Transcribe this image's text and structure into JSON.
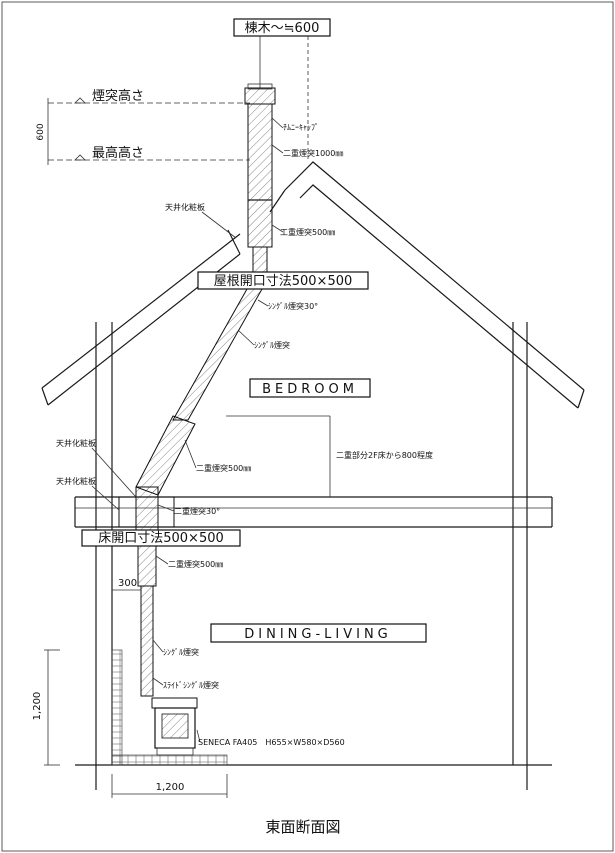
{
  "labels": {
    "ridge_top": "棟木～≒600",
    "chimney_height": "煙突高さ",
    "max_height": "最高高さ",
    "dim_600": "600",
    "chimney_cap": "ﾁﾑﾆｰｷｬｯﾌﾟ",
    "double_flue_1000": "二重煙突1000㎜",
    "ceiling_board_top": "天井化粧板",
    "double_flue_500_top": "工重煙突500㎜",
    "roof_opening": "屋根開口寸法500×500",
    "single_flue_30": "ｼﾝｸﾞﾙ煙突30°",
    "single_flue_mid": "ｼﾝｸﾞﾙ煙突",
    "bedroom": "BEDROOM",
    "double_section_note": "二重部分2F床から800程度",
    "ceiling_board_1": "天井化粧板",
    "ceiling_board_2": "天井化粧板",
    "double_flue_500_mid": "二重煙突500㎜",
    "double_flue_30": "二重煙突30°",
    "floor_opening": "床開口寸法500×500",
    "dim_300": "300",
    "double_flue_500_low": "二重煙突500㎜",
    "dining_living": "DINING-LIVING",
    "single_flue_low": "ｼﾝｸﾞﾙ煙突",
    "slide_single_flue": "ｽﾗｲﾄﾞｼﾝｸﾞﾙ煙突",
    "stove_model": "SENECA FA405　H655×W580×D560",
    "dim_1200_v": "1,200",
    "dim_1200_h": "1,200",
    "drawing_title": "東面断面図"
  },
  "colors": {
    "line": "#1a1a1a",
    "background": "#ffffff"
  }
}
